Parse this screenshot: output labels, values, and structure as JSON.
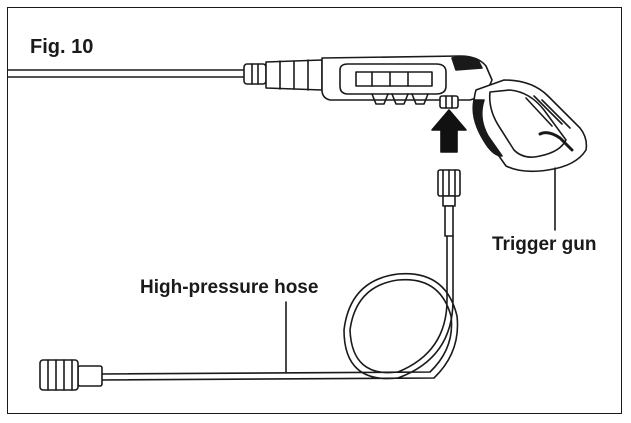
{
  "figure": {
    "title": "Fig. 10",
    "labels": {
      "trigger_gun": "Trigger gun",
      "high_pressure_hose": "High-pressure hose"
    }
  },
  "colors": {
    "line": "#1a1a1a",
    "background": "#ffffff",
    "arrow": "#111111"
  },
  "icons": [
    "up-arrow-icon"
  ]
}
